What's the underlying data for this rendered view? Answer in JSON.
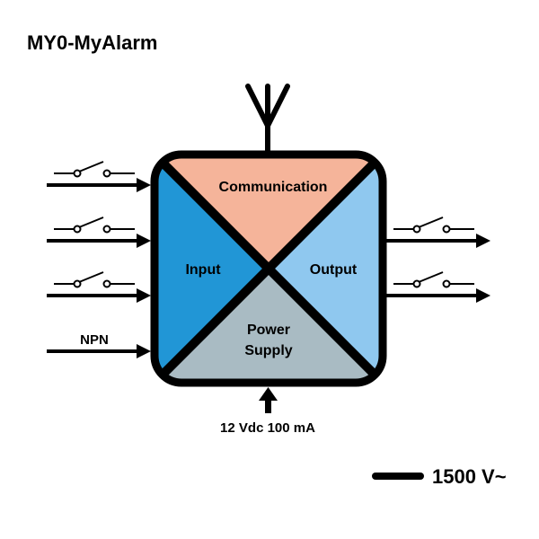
{
  "title": "MY0-MyAlarm",
  "sections": {
    "communication": {
      "label": "Communication",
      "color": "#F5B49A"
    },
    "input": {
      "label": "Input",
      "color": "#2196D6"
    },
    "output": {
      "label": "Output",
      "color": "#8FC8EF"
    },
    "power": {
      "label_line1": "Power",
      "label_line2": "Supply",
      "color": "#A9BBC3"
    }
  },
  "inputs": {
    "npn_label": "NPN"
  },
  "power_spec": "12 Vdc 100 mA",
  "isolation": "1500 V~",
  "icons": [
    "antenna-icon",
    "switch-icon",
    "arrow-icon"
  ]
}
